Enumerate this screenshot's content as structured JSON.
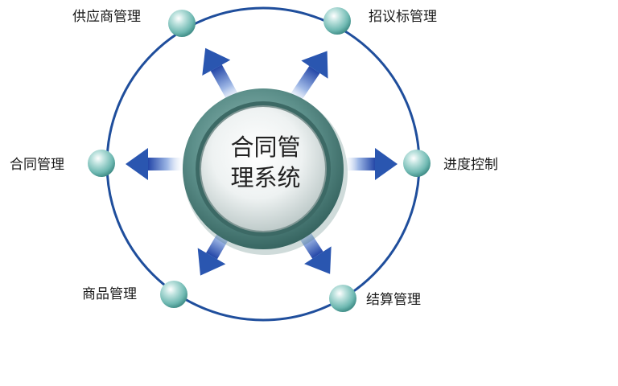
{
  "center": {
    "line1": "合同管",
    "line2": "理系统"
  },
  "nodes": [
    {
      "id": "supplier",
      "label": "供应商管理"
    },
    {
      "id": "bidding",
      "label": "招议标管理"
    },
    {
      "id": "contract",
      "label": "合同管理"
    },
    {
      "id": "progress",
      "label": "进度控制"
    },
    {
      "id": "goods",
      "label": "商品管理"
    },
    {
      "id": "settlement",
      "label": "结算管理"
    }
  ],
  "colors": {
    "ring": "#1f4e9c",
    "node_teal": "#5fb3ad",
    "arrow_blue": "#2a56b0",
    "hub_dark": "#4d7d78"
  }
}
